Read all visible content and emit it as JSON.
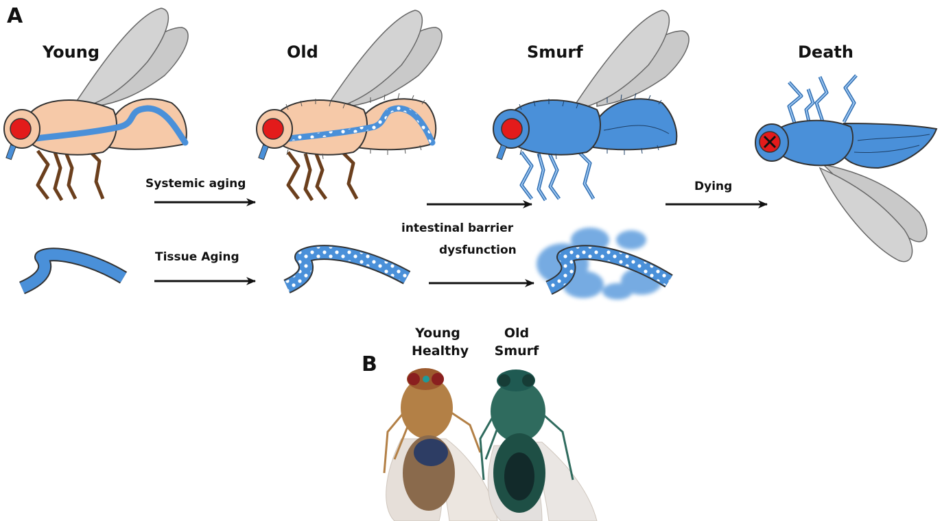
{
  "panels": {
    "a": "A",
    "b": "B"
  },
  "stages": {
    "young": "Young",
    "old": "Old",
    "smurf": "Smurf",
    "death": "Death"
  },
  "arrows": {
    "systemic": "Systemic aging",
    "tissue": "Tissue Aging",
    "barrier_line1": "intestinal barrier",
    "barrier_line2": "dysfunction",
    "dying": "Dying"
  },
  "photo": {
    "young_line1": "Young",
    "young_line2": "Healthy",
    "old_line1": "Old",
    "old_line2": "Smurf"
  },
  "colors": {
    "body_young": "#f6c9a8",
    "dye_blue": "#4a90d9",
    "eye_red": "#e31b1b",
    "wing_gray": "#c9c9c9",
    "leg_brown": "#6b3f1d"
  },
  "icons": {
    "dead_eye": "x-mark-icon"
  }
}
